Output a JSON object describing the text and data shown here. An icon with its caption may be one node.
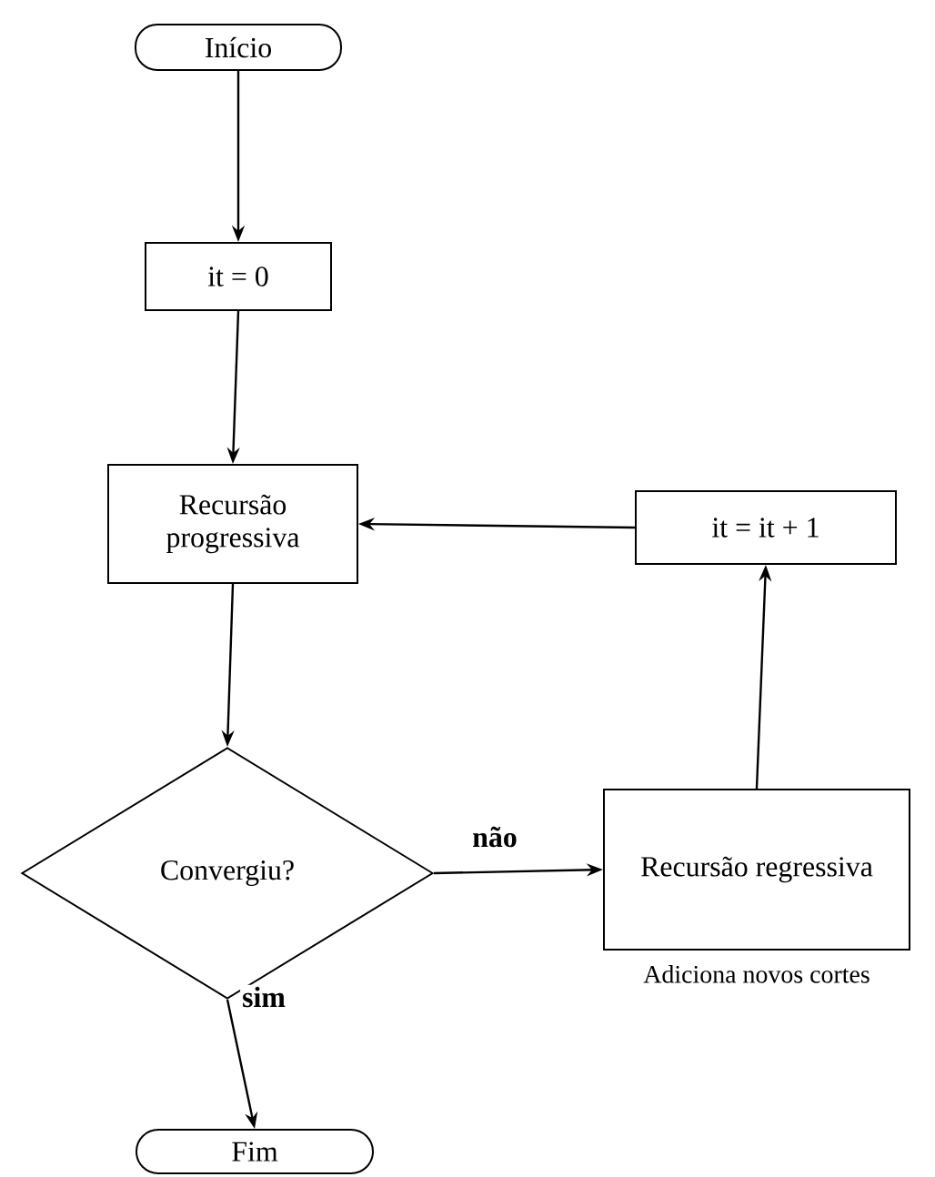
{
  "diagram": {
    "nodes": [
      {
        "text": [
          "Início"
        ]
      },
      {
        "text": [
          "it = 0"
        ]
      },
      {
        "text": [
          "Recursão progressiva"
        ]
      },
      {
        "text": [
          "it = it + 1"
        ]
      },
      {
        "text": [
          "Convergiu?"
        ]
      },
      {
        "text": [
          "Recursão regressiva"
        ],
        "beside": [
          "Adiciona novos cortes"
        ]
      },
      {
        "text": [
          "Fim"
        ]
      }
    ],
    "edges": [
      {
        "from": 0,
        "to": 1,
        "arrow": "to"
      },
      {
        "from": 1,
        "to": 2,
        "arrow": "to"
      },
      {
        "from": 2,
        "to": 4,
        "arrow": "to"
      },
      {
        "from": 4,
        "to": 5,
        "arrow": "to",
        "label": "não"
      },
      {
        "from": 5,
        "to": 3,
        "arrow": "to"
      },
      {
        "from": 3,
        "to": 2,
        "arrow": "to"
      },
      {
        "from": 4,
        "to": 6,
        "arrow": "to",
        "label": "sim"
      }
    ]
  }
}
